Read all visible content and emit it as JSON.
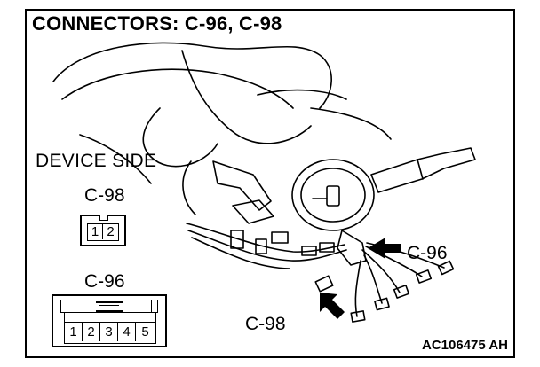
{
  "title": "CONNECTORS: C-96, C-98",
  "device_side_label": "DEVICE SIDE",
  "connector_c98": {
    "label": "C-98",
    "pins": [
      "1",
      "2"
    ]
  },
  "connector_c96": {
    "label": "C-96",
    "pins": [
      "1",
      "2",
      "3",
      "4",
      "5"
    ]
  },
  "callouts": {
    "c96": "C-96",
    "c98": "C-98"
  },
  "figure_code": "AC106475 AH"
}
